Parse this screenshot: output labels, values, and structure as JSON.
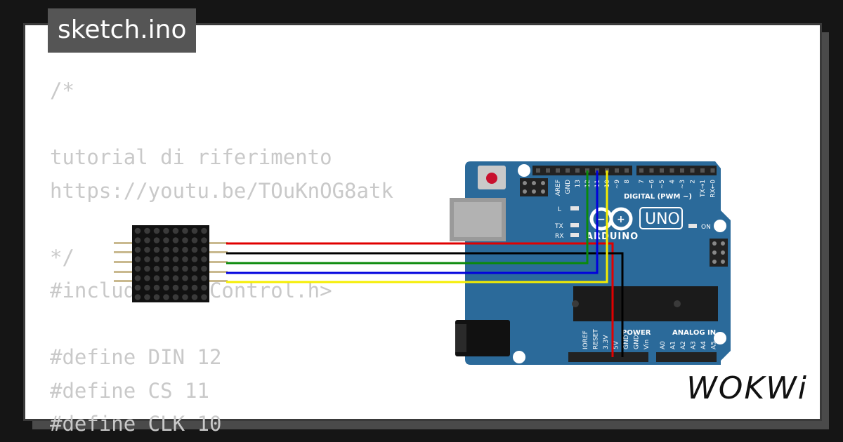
{
  "tab": {
    "filename": "sketch.ino"
  },
  "code": {
    "lines": [
      "/*",
      "",
      "tutorial di riferimento",
      "https://youtu.be/TOuKnOG8atk",
      "",
      "*/",
      "#include <LedControl.h>",
      "",
      "#define DIN 12",
      "#define CS 11",
      "#define CLK 10"
    ]
  },
  "board": {
    "logo_text": "ARDUINO",
    "model": "UNO",
    "digital_label": "DIGITAL (PWM ~)",
    "power_label": "POWER",
    "analog_label": "ANALOG IN",
    "on_label": "ON",
    "l_label": "L",
    "tx_label": "TX",
    "rx_label": "RX",
    "top_pins": [
      "AREF",
      "GND",
      "13",
      "12",
      "~11",
      "~10",
      "~9",
      "8",
      "7",
      "~6",
      "~5",
      "4",
      "~3",
      "2",
      "TX→1",
      "RX←0"
    ],
    "bottom_power_pins": [
      "IOREF",
      "RESET",
      "3.3V",
      "5V",
      "GND",
      "GND",
      "Vin"
    ],
    "bottom_analog_pins": [
      "A0",
      "A1",
      "A2",
      "A3",
      "A4",
      "A5"
    ]
  },
  "wires": {
    "colors": {
      "vcc": "#e00000",
      "gnd": "#000000",
      "din": "#0a8a0a",
      "cs": "#0000dd",
      "clk": "#f5ee00"
    }
  },
  "brand": {
    "name": "WOKWi"
  }
}
